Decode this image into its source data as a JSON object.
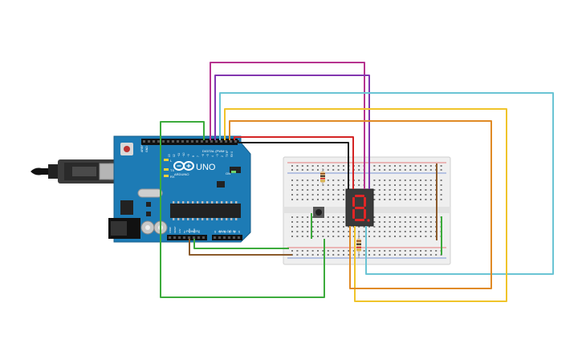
{
  "board": {
    "brand": "UNO",
    "maker": "ARDUINO",
    "digital_label": "DIGITAL (PWM~)",
    "power_label": "POWER",
    "analog_label": "ANALOG IN",
    "tx_label": "TX",
    "rx_label": "RX",
    "l_label": "L",
    "on_label": "ON",
    "aref_label": "AREF",
    "gnd_label": "GND",
    "digital_pins": [
      "13",
      "12",
      "~11",
      "~10",
      "~9",
      "8",
      "7",
      "~6",
      "~5",
      "4",
      "~3",
      "2",
      "TX 1",
      "RX 0"
    ],
    "power_pins": [
      "IOREF",
      "RESET",
      "3.3V",
      "5V",
      "GND",
      "GND",
      "Vin"
    ],
    "analog_pins": [
      "A0",
      "A1",
      "A2",
      "A3",
      "A4",
      "A5"
    ]
  },
  "display": {
    "digit": "8"
  },
  "colors": {
    "board": "#1d7bb5",
    "breadboard": "#efefef",
    "segment_on": "#e32626",
    "wire_green": "#3cab3c",
    "wire_magenta": "#b6338f",
    "wire_purple": "#8236b0",
    "wire_cyan": "#6ac4d4",
    "wire_yellow": "#f0c42a",
    "wire_orange": "#e08a25",
    "wire_red": "#d42424",
    "wire_black": "#1a1a1a",
    "wire_brown": "#8b5a2b"
  }
}
